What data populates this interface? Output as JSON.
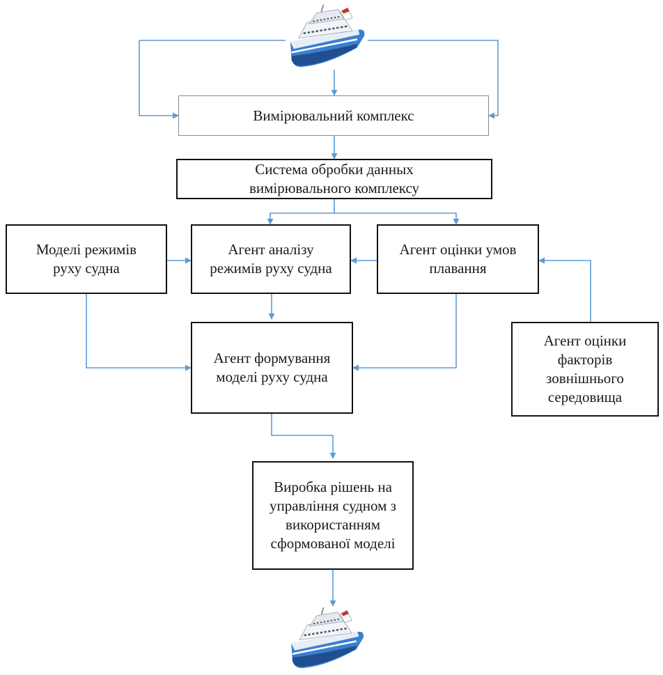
{
  "boxes": {
    "measuring_complex": "Вимірювальний комплекс",
    "data_processing": [
      "Система обробки данных",
      "вимірювального комплексу"
    ],
    "motion_mode_models": [
      "Моделі режимів",
      "руху судна"
    ],
    "mode_analysis_agent": [
      "Агент аналізу",
      "режимів руху судна"
    ],
    "sailing_conditions_agent": [
      "Агент оцінки умов",
      "плавання"
    ],
    "model_forming_agent": [
      "Агент формування",
      "моделі руху судна"
    ],
    "environment_factors_agent": [
      "Агент оцінки",
      "факторів",
      "зовнішнього",
      "середовища"
    ],
    "decision_making": [
      "Виробка рішень на",
      "управління судном з",
      "використанням",
      "сформованої моделі"
    ]
  },
  "colors": {
    "arrow": "#5b9bd5",
    "box_border": "#111111",
    "ship_hull": "#2f6fb5",
    "ship_funnel": "#c0392b"
  },
  "icons": [
    "ship-icon"
  ]
}
